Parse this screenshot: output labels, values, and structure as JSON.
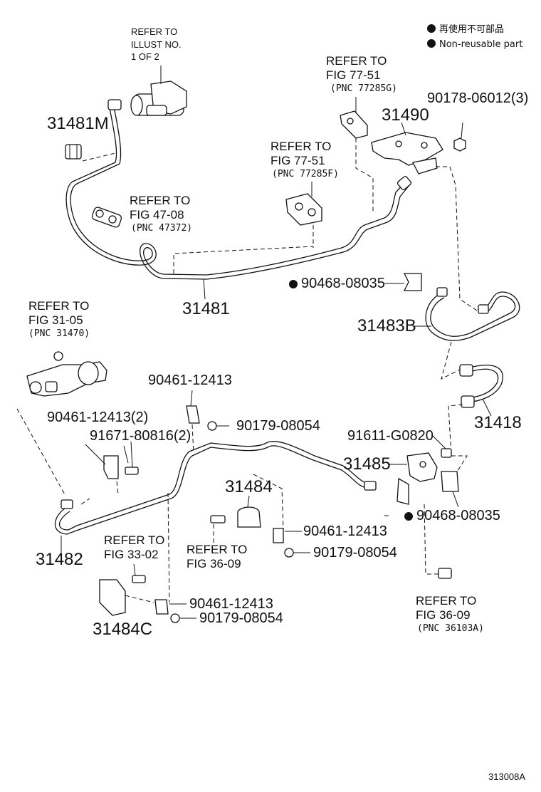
{
  "legend": {
    "jp": "再使用不可部品",
    "en": "Non-reusable part"
  },
  "refs": {
    "illust": [
      "REFER TO",
      "ILLUST NO.",
      "1 OF 2"
    ],
    "fig77_51_g": [
      "REFER TO",
      "FIG 77-51"
    ],
    "pnc_77285g": "(PNC 77285G)",
    "fig77_51_f": [
      "REFER TO",
      "FIG 77-51"
    ],
    "pnc_77285f": "(PNC 77285F)",
    "fig47_08": [
      "REFER TO",
      "FIG 47-08"
    ],
    "pnc_47372": "(PNC 47372)",
    "fig31_05": [
      "REFER TO",
      "FIG 31-05"
    ],
    "pnc_31470": "(PNC 31470)",
    "fig33_02": [
      "REFER TO",
      "FIG 33-02"
    ],
    "fig36_09_a": [
      "REFER TO",
      "FIG 36-09"
    ],
    "fig36_09_b": [
      "REFER TO",
      "FIG 36-09"
    ],
    "pnc_36103a": "(PNC 36103A)"
  },
  "parts": {
    "p31481M": "31481M",
    "p31490": "31490",
    "p90178": "90178-06012(3)",
    "p31481": "31481",
    "p90468_a": "90468-08035",
    "p31483B": "31483B",
    "p31418": "31418",
    "p90461_a": "90461-12413",
    "p90179_a": "90179-08054",
    "p90461_2": "90461-12413(2)",
    "p91671": "91671-80816(2)",
    "p91611": "91611-G0820",
    "p31485": "31485",
    "p31484": "31484",
    "p90468_b": "90468-08035",
    "p90461_b": "90461-12413",
    "p90179_b": "90179-08054",
    "p31482": "31482",
    "p90461_c": "90461-12413",
    "p90179_c": "90179-08054",
    "p31484C": "31484C"
  },
  "figure_id": "313008A"
}
